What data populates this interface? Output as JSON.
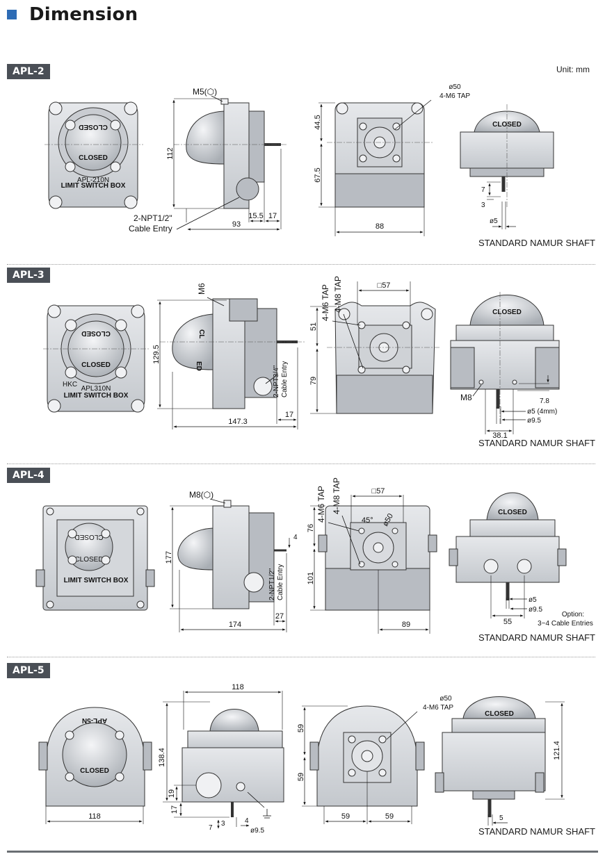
{
  "header": {
    "title": "Dimension",
    "unit": "Unit: mm"
  },
  "namur_label": "STANDARD NAMUR SHAFT",
  "apl2": {
    "tag": "APL-2",
    "m5": "M5(⬡)",
    "cable1": "2-NPT1/2\"",
    "cable2": "Cable Entry",
    "d112": "112",
    "d93": "93",
    "d15_5": "15.5",
    "d17": "17",
    "d44_5": "44.5",
    "d67_5": "67.5",
    "d88": "88",
    "tap1": "ø50",
    "tap2": "4-M6 TAP",
    "d7": "7",
    "d3": "3",
    "d5": "ø5",
    "face_closed": "CLOSED",
    "face_model": "APL-210N",
    "face_box": "LIMIT SWITCH BOX"
  },
  "apl3": {
    "tag": "APL-3",
    "m6": "M6",
    "d129_5": "129.5",
    "d147_3": "147.3",
    "d17": "17",
    "cable": "2-NPT3/4\"",
    "cable2": "Cable Entry",
    "m6tap": "4-M6 TAP",
    "m8tap": "4-M8 TAP",
    "sq57": "□57",
    "d51": "51",
    "d79": "79",
    "m8": "M8",
    "d7_8": "7.8",
    "d5": "ø5 (4mm)",
    "d9_5": "ø9.5",
    "d38_1": "38.1",
    "face_brand": "HKC",
    "face_model": "APL310N",
    "face_box": "LIMIT SWITCH BOX",
    "closed": "CLOSED"
  },
  "apl4": {
    "tag": "APL-4",
    "m8": "M8(⬡)",
    "d177": "177",
    "d174": "174",
    "d27": "27",
    "d4": "4",
    "cable": "2-NPT1/2\"",
    "cable2": "Cable Entry",
    "m6tap": "4-M6 TAP",
    "m8tap": "4-M8 TAP",
    "sq57": "□57",
    "deg45": "45°",
    "d50": "ø50",
    "d76": "76",
    "d101": "101",
    "d89": "89",
    "d5": "ø5",
    "d9_5": "ø9.5",
    "d55": "55",
    "opt1": "Option:",
    "opt2": "3~4 Cable Entries",
    "closed": "CLOSED",
    "face_box": "LIMIT SWITCH BOX"
  },
  "apl5": {
    "tag": "APL-5",
    "d118a": "118",
    "d118b": "118",
    "d138_4": "138.4",
    "d19": "19",
    "d17": "17",
    "d7": "7",
    "d3": "3",
    "d4": "4",
    "d9_5": "ø9.5",
    "d59a": "59",
    "d59b": "59",
    "d59c": "59",
    "d59d": "59",
    "tap1": "ø50",
    "tap2": "4-M6 TAP",
    "d121_4": "121.4",
    "d5": "5",
    "face_model": "APL-5N",
    "closed": "CLOSED"
  },
  "colors": {
    "accent": "#2e6cb5",
    "tag_bg": "#4a4f56",
    "body_fill": "#dfe1e4",
    "body_dark": "#9ea3a9",
    "line": "#1c1c1c"
  }
}
